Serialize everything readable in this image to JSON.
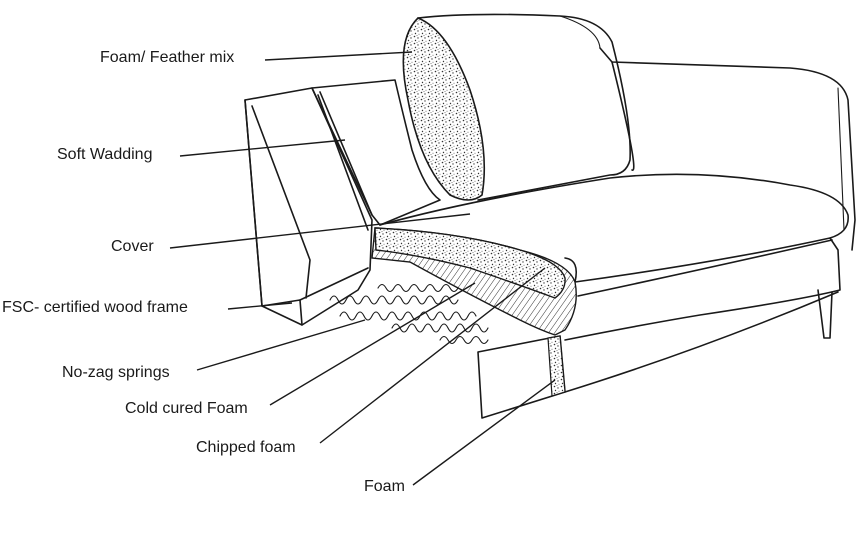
{
  "labels": {
    "foam_feather": "Foam/ Feather mix",
    "soft_wadding": "Soft Wadding",
    "cover": "Cover",
    "wood_frame": "FSC- certified wood frame",
    "springs": "No-zag springs",
    "cold_foam": "Cold cured Foam",
    "chipped_foam": "Chipped foam",
    "foam": "Foam"
  },
  "colors": {
    "line": "#1a1a1a",
    "background": "#ffffff"
  }
}
